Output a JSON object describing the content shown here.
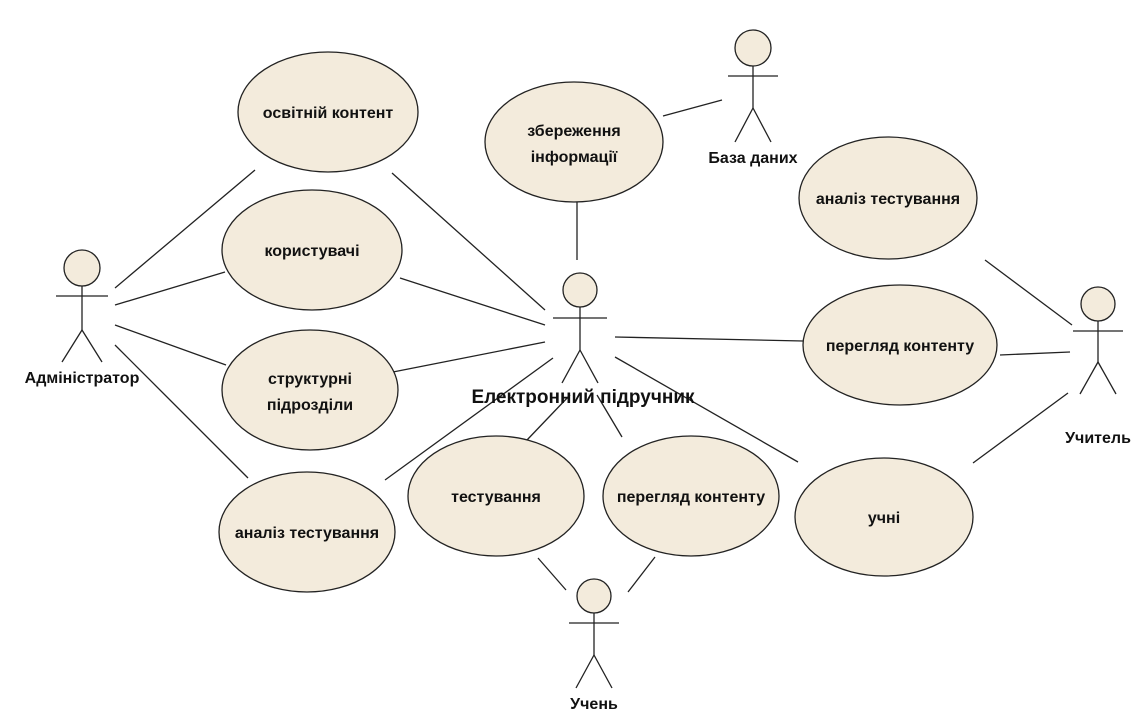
{
  "actors": {
    "admin": {
      "label": "Адміністратор"
    },
    "db": {
      "label": "База даних"
    },
    "system": {
      "label": "Електронний підручник"
    },
    "teacher": {
      "label": "Учитель"
    },
    "student": {
      "label": "Учень"
    }
  },
  "use_cases": {
    "content": {
      "label": "освітній контент"
    },
    "users": {
      "label": "користувачі"
    },
    "units_1": {
      "label": "структурні"
    },
    "units_2": {
      "label": "підрозділи"
    },
    "analysis_admin": {
      "label": "аналіз тестування"
    },
    "storage_1": {
      "label": "збереження"
    },
    "storage_2": {
      "label": "інформації"
    },
    "testing": {
      "label": "тестування"
    },
    "view_student": {
      "label": "перегляд контенту"
    },
    "students": {
      "label": "учні"
    },
    "analysis_teacher": {
      "label": "аналіз тестування"
    },
    "view_teacher": {
      "label": "перегляд контенту"
    }
  }
}
